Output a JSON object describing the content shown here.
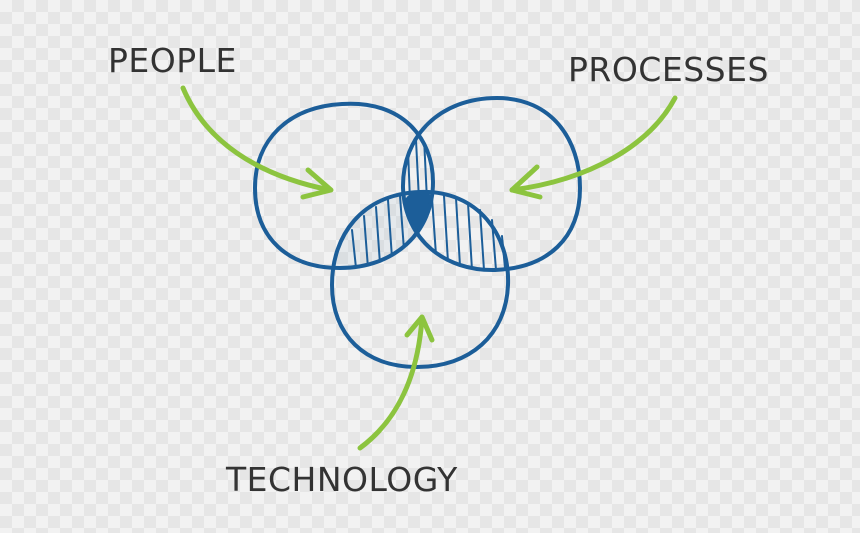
{
  "labels": {
    "people": "PEOPLE",
    "processes": "PROCESSES",
    "technology": "TECHNOLOGY"
  },
  "colors": {
    "circle_stroke": "#1c5e99",
    "arrow": "#8cc43f",
    "label_text": "#333333"
  }
}
